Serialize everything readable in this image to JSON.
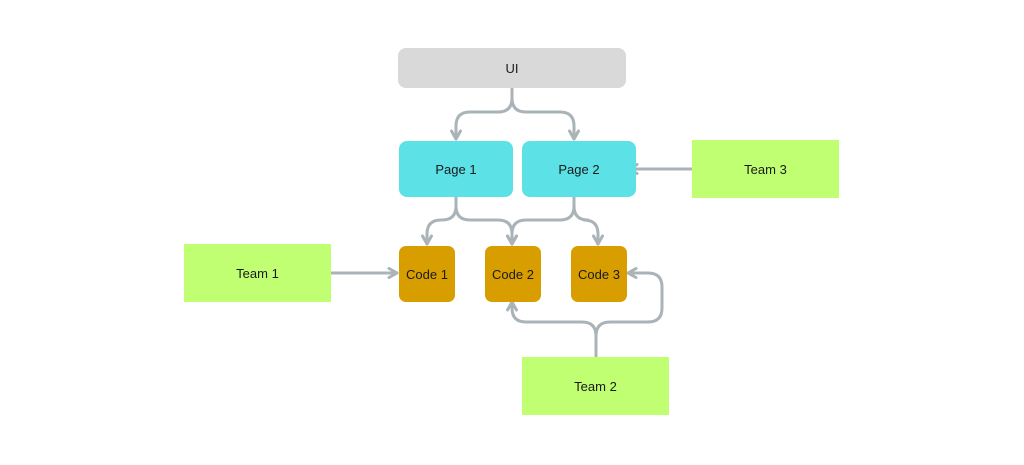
{
  "colors": {
    "ui": "#d9d9d9",
    "page": "#5ce1e6",
    "code": "#d89e00",
    "team": "#c1ff72",
    "connector": "#aab4b8"
  },
  "nodes": {
    "ui": {
      "label": "UI"
    },
    "page_1": {
      "label": "Page 1"
    },
    "page_2": {
      "label": "Page 2"
    },
    "code_1": {
      "label": "Code 1"
    },
    "code_2": {
      "label": "Code 2"
    },
    "code_3": {
      "label": "Code 3"
    },
    "team_1": {
      "label": "Team 1"
    },
    "team_2": {
      "label": "Team 2"
    },
    "team_3": {
      "label": "Team 3"
    }
  },
  "edges": [
    {
      "from": "ui",
      "to": "page_1"
    },
    {
      "from": "ui",
      "to": "page_2"
    },
    {
      "from": "page_1",
      "to": "code_1"
    },
    {
      "from": "page_1",
      "to": "code_2"
    },
    {
      "from": "page_2",
      "to": "code_2"
    },
    {
      "from": "page_2",
      "to": "code_3"
    },
    {
      "from": "team_1",
      "to": "code_1"
    },
    {
      "from": "team_2",
      "to": "code_2"
    },
    {
      "from": "team_2",
      "to": "code_3"
    },
    {
      "from": "team_3",
      "to": "page_2"
    }
  ]
}
